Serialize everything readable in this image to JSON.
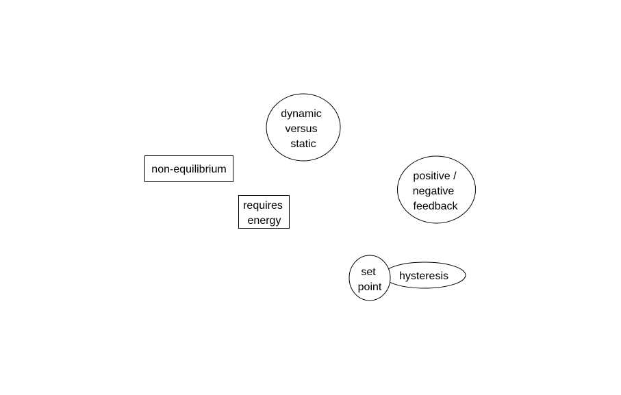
{
  "diagram": {
    "nodes": {
      "dynamic_versus_static": {
        "shape": "ellipse",
        "lines": [
          "dynamic",
          "versus",
          "static"
        ]
      },
      "non_equilibrium": {
        "shape": "rectangle",
        "lines": [
          "non-equilibrium"
        ]
      },
      "requires_energy": {
        "shape": "rectangle",
        "lines": [
          "requires",
          "energy"
        ]
      },
      "positive_negative_feedback": {
        "shape": "ellipse",
        "lines": [
          "positive /",
          "negative",
          "feedback"
        ]
      },
      "hysteresis": {
        "shape": "ellipse",
        "lines": [
          "hysteresis"
        ]
      },
      "set_point": {
        "shape": "ellipse",
        "lines": [
          "set",
          "point"
        ]
      }
    }
  }
}
